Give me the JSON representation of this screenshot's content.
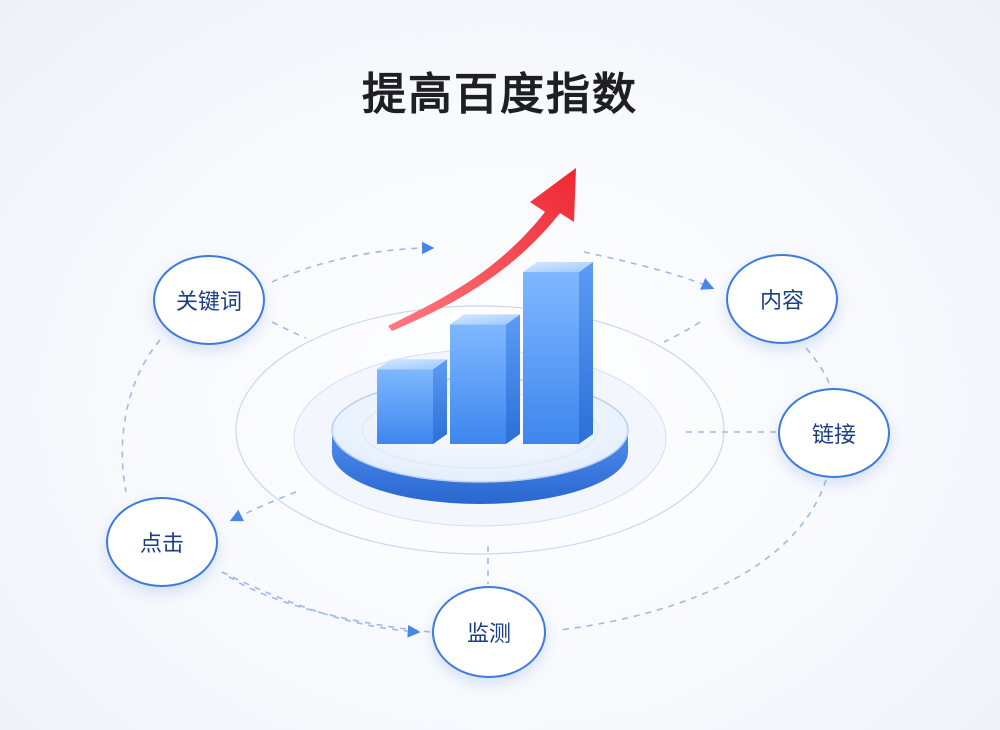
{
  "title": "提高百度指数",
  "nodes": {
    "keywords": "关键词",
    "content": "内容",
    "links": "链接",
    "clicks": "点击",
    "monitor": "监测"
  },
  "chart_data": {
    "type": "bar",
    "categories": [
      "",
      "",
      ""
    ],
    "values": [
      1,
      1.6,
      2.3
    ],
    "title": "",
    "xlabel": "",
    "ylabel": "",
    "trend": "up"
  },
  "colors": {
    "accent": "#3d7be0",
    "arrow": "#f0333f",
    "bar": "#4a8df0"
  }
}
